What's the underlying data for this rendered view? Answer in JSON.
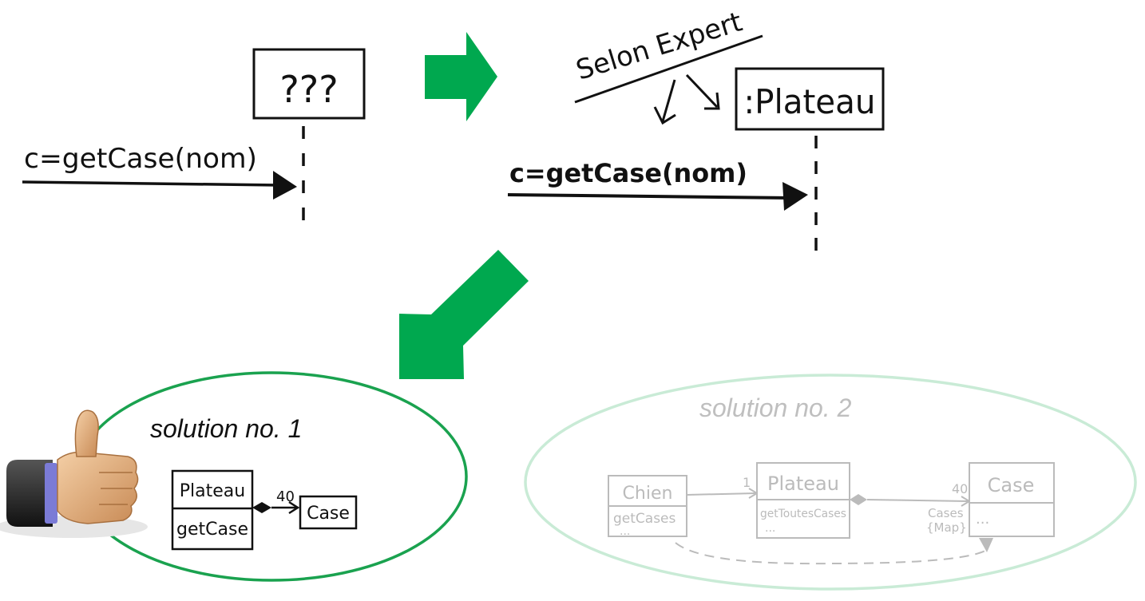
{
  "colors": {
    "ink": "#111111",
    "accent_green": "#00a84f",
    "faded_green": "#c9ebd6",
    "faded_ink": "#bbbbbb",
    "faded_label": "#bfbfbf"
  },
  "left_diagram": {
    "lifeline_label": "???",
    "message": "c=getCase(nom)"
  },
  "right_diagram": {
    "annotation": "Selon Expert",
    "lifeline_label": ":Plateau",
    "message": "c=getCase(nom)"
  },
  "solution1": {
    "title": "solution no. 1",
    "class_name": "Plateau",
    "class_method": "getCase",
    "multiplicity": "40",
    "target_class": "Case"
  },
  "solution2": {
    "title": "solution no. 2",
    "class_a_name": "Chien",
    "class_a_method": "getCases",
    "class_a_more": "...",
    "multiplicity_a": "1",
    "class_b_name": "Plateau",
    "class_b_method": "getToutesCases",
    "class_b_more": "...",
    "multiplicity_b": "40",
    "role_label": "Cases",
    "role_constraint": "{Map}",
    "class_c_name": "Case",
    "class_c_more": "..."
  },
  "icons": [
    "thumbs-up-icon",
    "right-arrow-icon",
    "down-left-arrow-icon"
  ]
}
